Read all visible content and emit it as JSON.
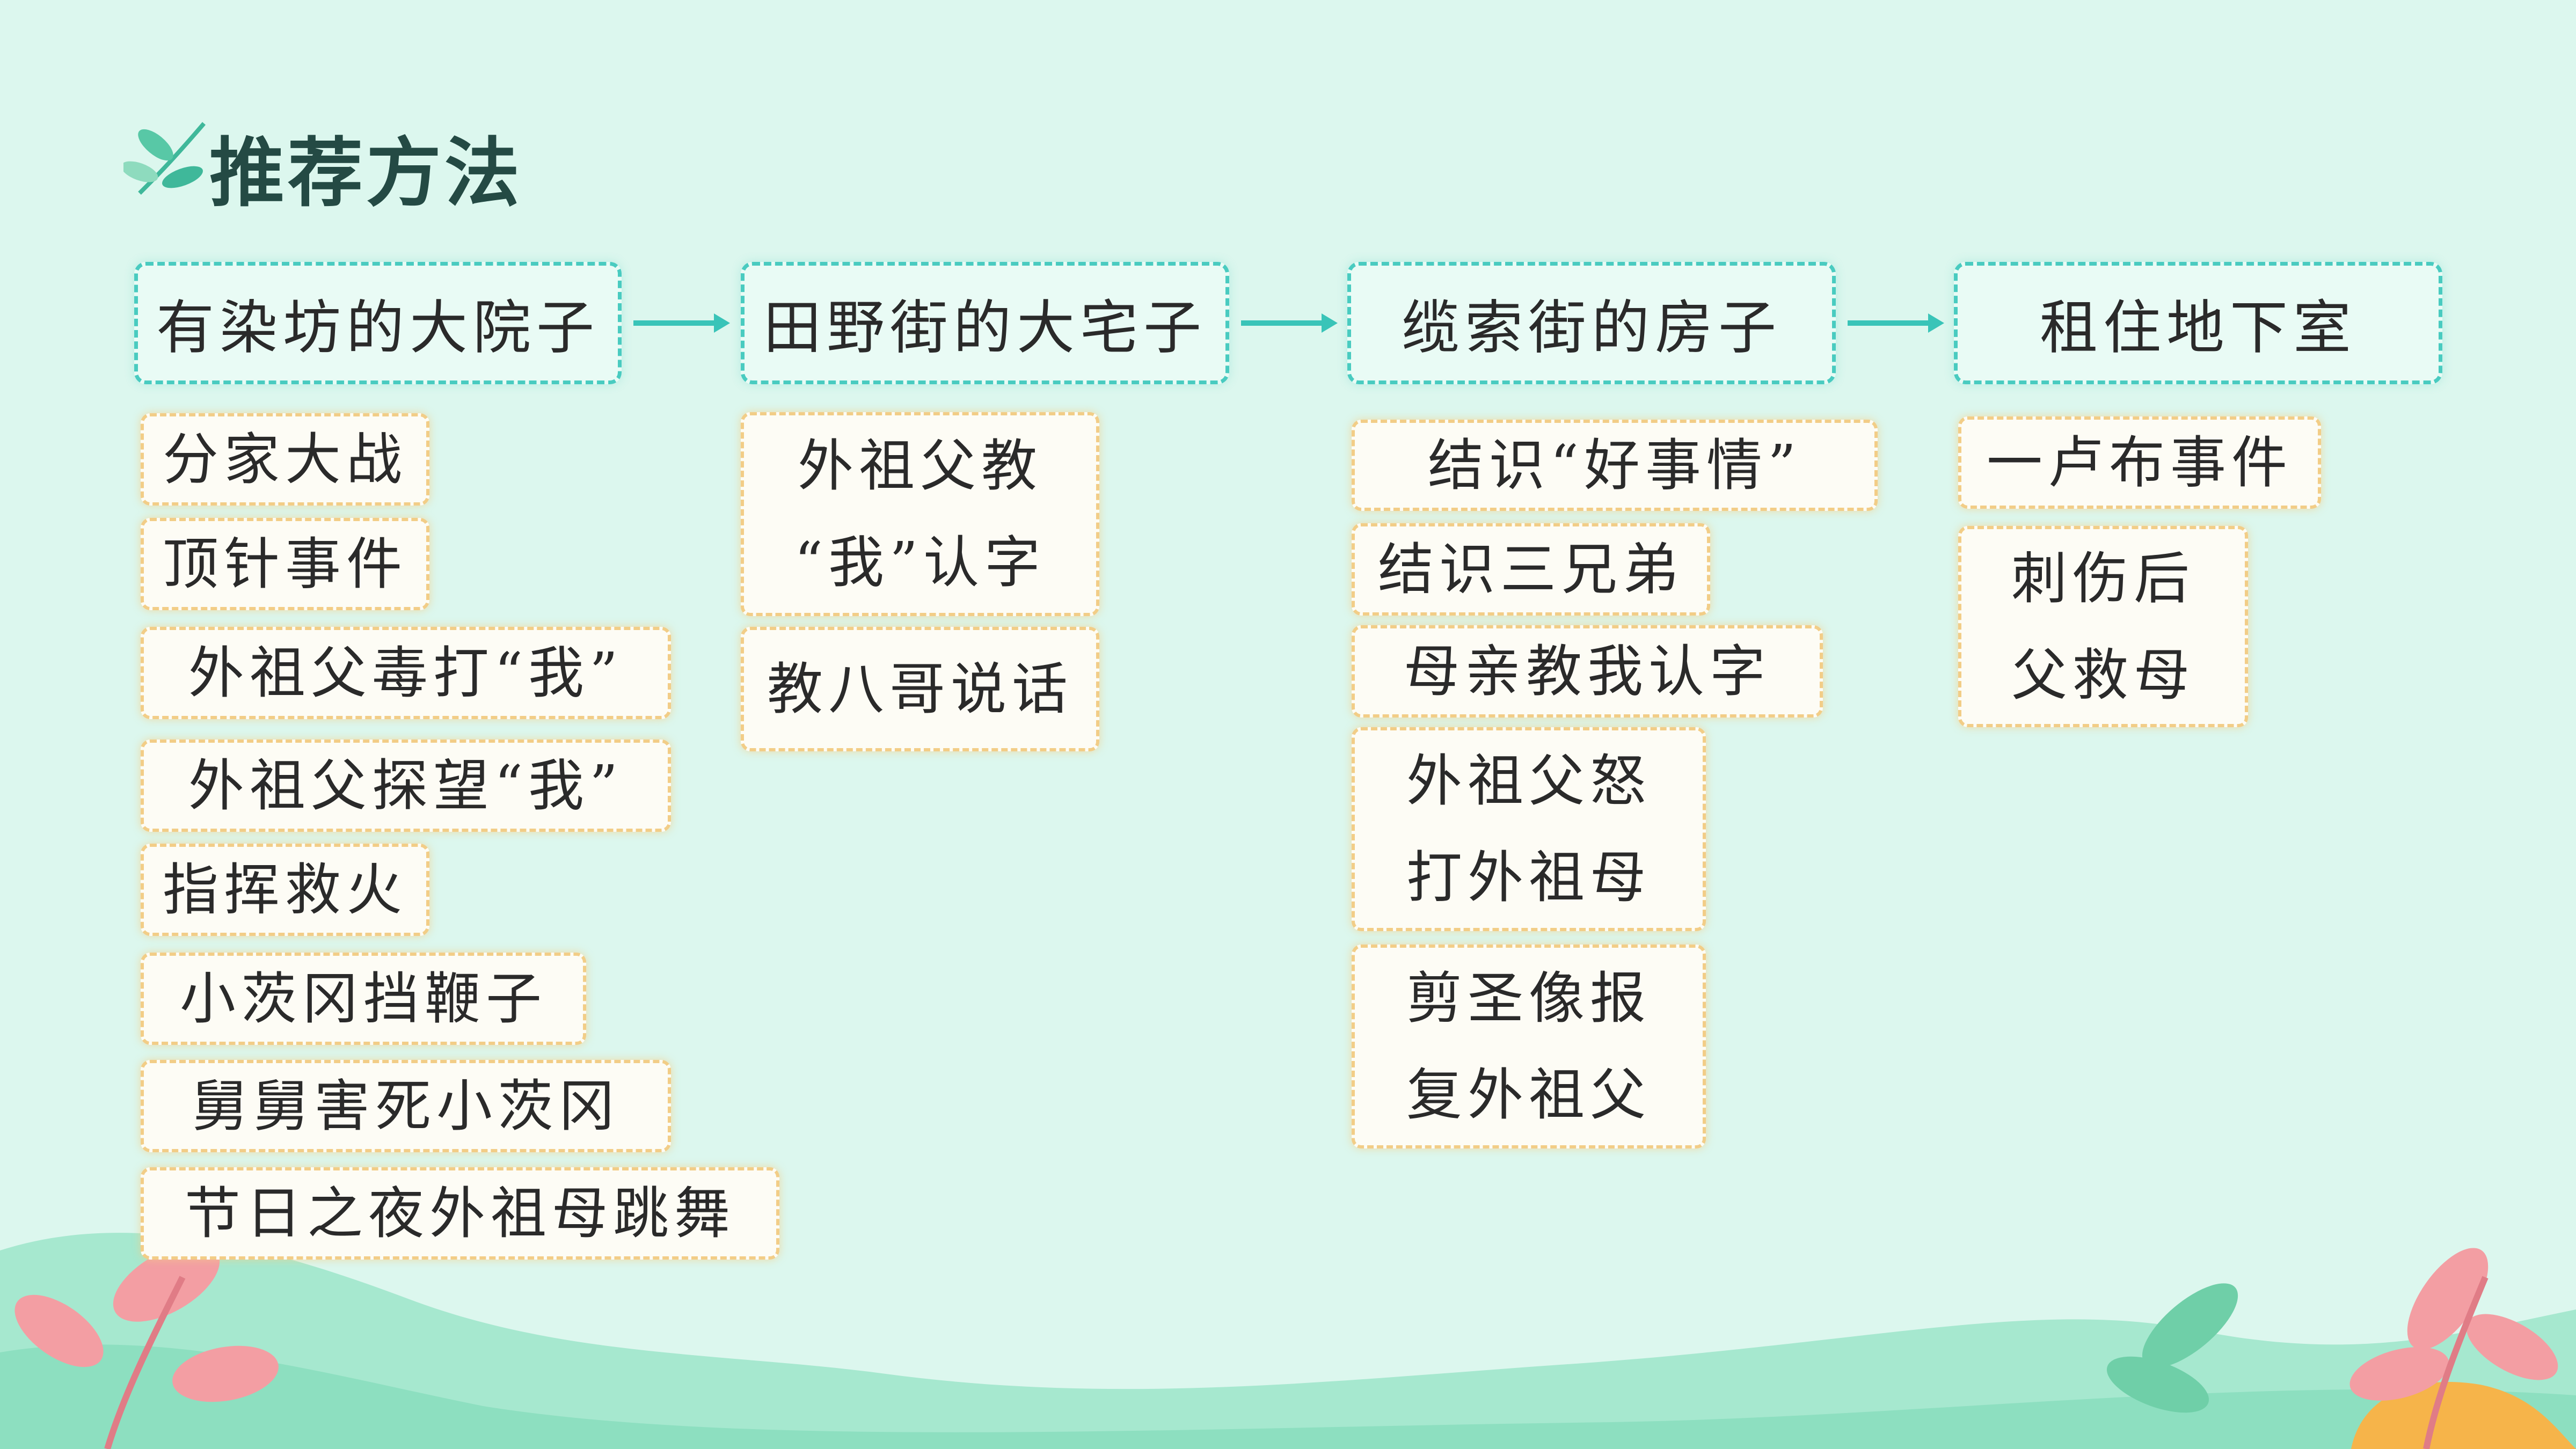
{
  "title": "推荐方法",
  "colors": {
    "background": "#dcf7ee",
    "header_border": "#49cbc0",
    "item_border": "#f2cd87",
    "arrow": "#39c4b8",
    "title": "#244a44"
  },
  "icons": {
    "title_icon": "leaf-icon"
  },
  "columns": [
    {
      "header": "有染坊的大院子",
      "items": [
        {
          "lines": [
            "分家大战"
          ]
        },
        {
          "lines": [
            "顶针事件"
          ]
        },
        {
          "lines": [
            "外祖父毒打“我”"
          ]
        },
        {
          "lines": [
            "外祖父探望“我”"
          ]
        },
        {
          "lines": [
            "指挥救火"
          ]
        },
        {
          "lines": [
            "小茨冈挡鞭子"
          ]
        },
        {
          "lines": [
            "舅舅害死小茨冈"
          ]
        },
        {
          "lines": [
            "节日之夜外祖母跳舞"
          ]
        }
      ]
    },
    {
      "header": "田野街的大宅子",
      "items": [
        {
          "lines": [
            "外祖父教",
            "“我”认字"
          ]
        },
        {
          "lines": [
            "教八哥说话"
          ]
        }
      ]
    },
    {
      "header": "缆索街的房子",
      "items": [
        {
          "lines": [
            "结识“好事情”"
          ]
        },
        {
          "lines": [
            "结识三兄弟"
          ]
        },
        {
          "lines": [
            "母亲教我认字"
          ]
        },
        {
          "lines": [
            "外祖父怒",
            "打外祖母"
          ]
        },
        {
          "lines": [
            "剪圣像报",
            "复外祖父"
          ]
        }
      ]
    },
    {
      "header": "租住地下室",
      "items": [
        {
          "lines": [
            "一卢布事件"
          ]
        },
        {
          "lines": [
            "刺伤后",
            "父救母"
          ]
        }
      ]
    }
  ]
}
